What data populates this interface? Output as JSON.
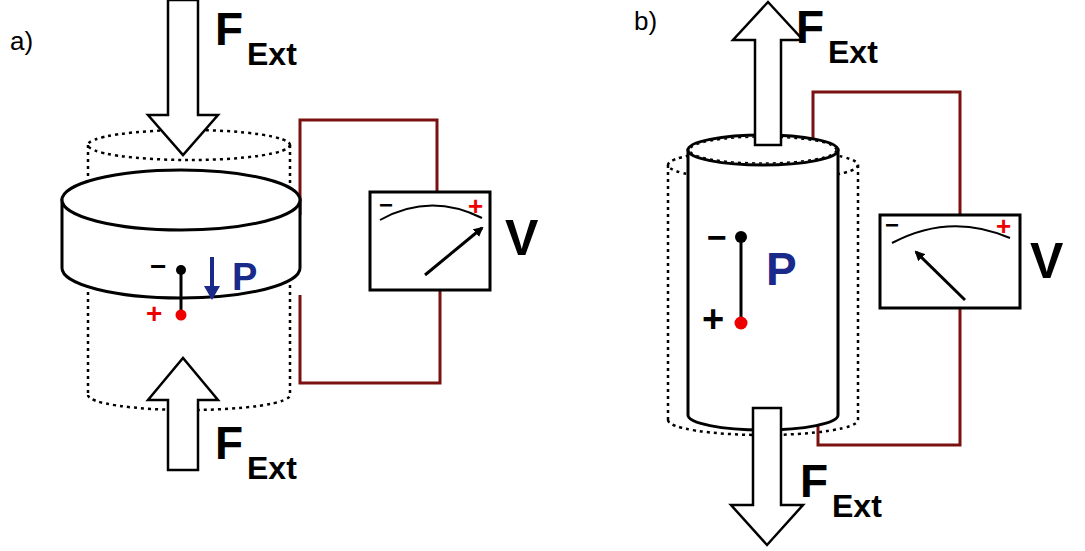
{
  "diagram": {
    "labels": [
      "a)",
      "F",
      "Ext",
      "−",
      "+",
      "P",
      "−",
      "+",
      "V",
      "F",
      "Ext",
      "b)",
      "F",
      "Ext",
      "−",
      "+",
      "P",
      "−",
      "+",
      "V",
      "F",
      "Ext"
    ]
  }
}
